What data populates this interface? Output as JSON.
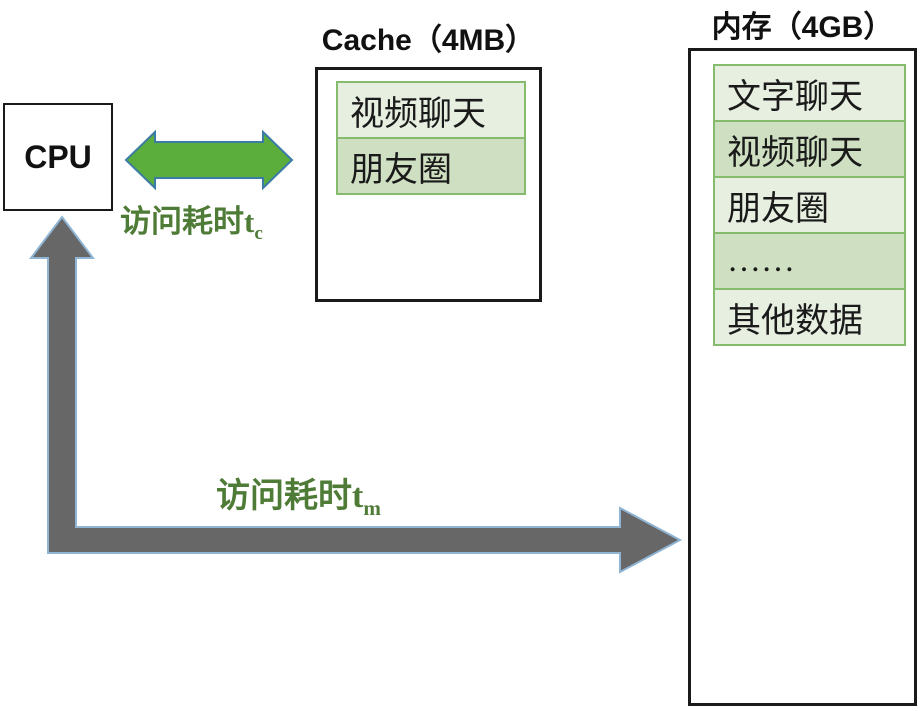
{
  "cpu": {
    "label": "CPU"
  },
  "cache": {
    "title": "Cache（4MB）",
    "rows": [
      "视频聊天",
      "朋友圈"
    ]
  },
  "memory": {
    "title": "内存（4GB）",
    "rows": [
      "文字聊天",
      "视频聊天",
      "朋友圈",
      "……",
      "其他数据"
    ]
  },
  "labels": {
    "cache_access": {
      "text": "访问耗时t",
      "sub": "c"
    },
    "memory_access": {
      "text": "访问耗时t",
      "sub": "m"
    }
  },
  "colors": {
    "row_light": "#e7efe1",
    "row_dark": "#cedfc2",
    "row_border": "#86bb6e",
    "box_border": "#1a1a1a",
    "arrow_green": "#5bad3c",
    "arrow_green_outline": "#3a7ca5",
    "arrow_gray": "#676767",
    "arrow_gray_outline": "#8fb4d4",
    "label_green": "#4e7b36"
  }
}
